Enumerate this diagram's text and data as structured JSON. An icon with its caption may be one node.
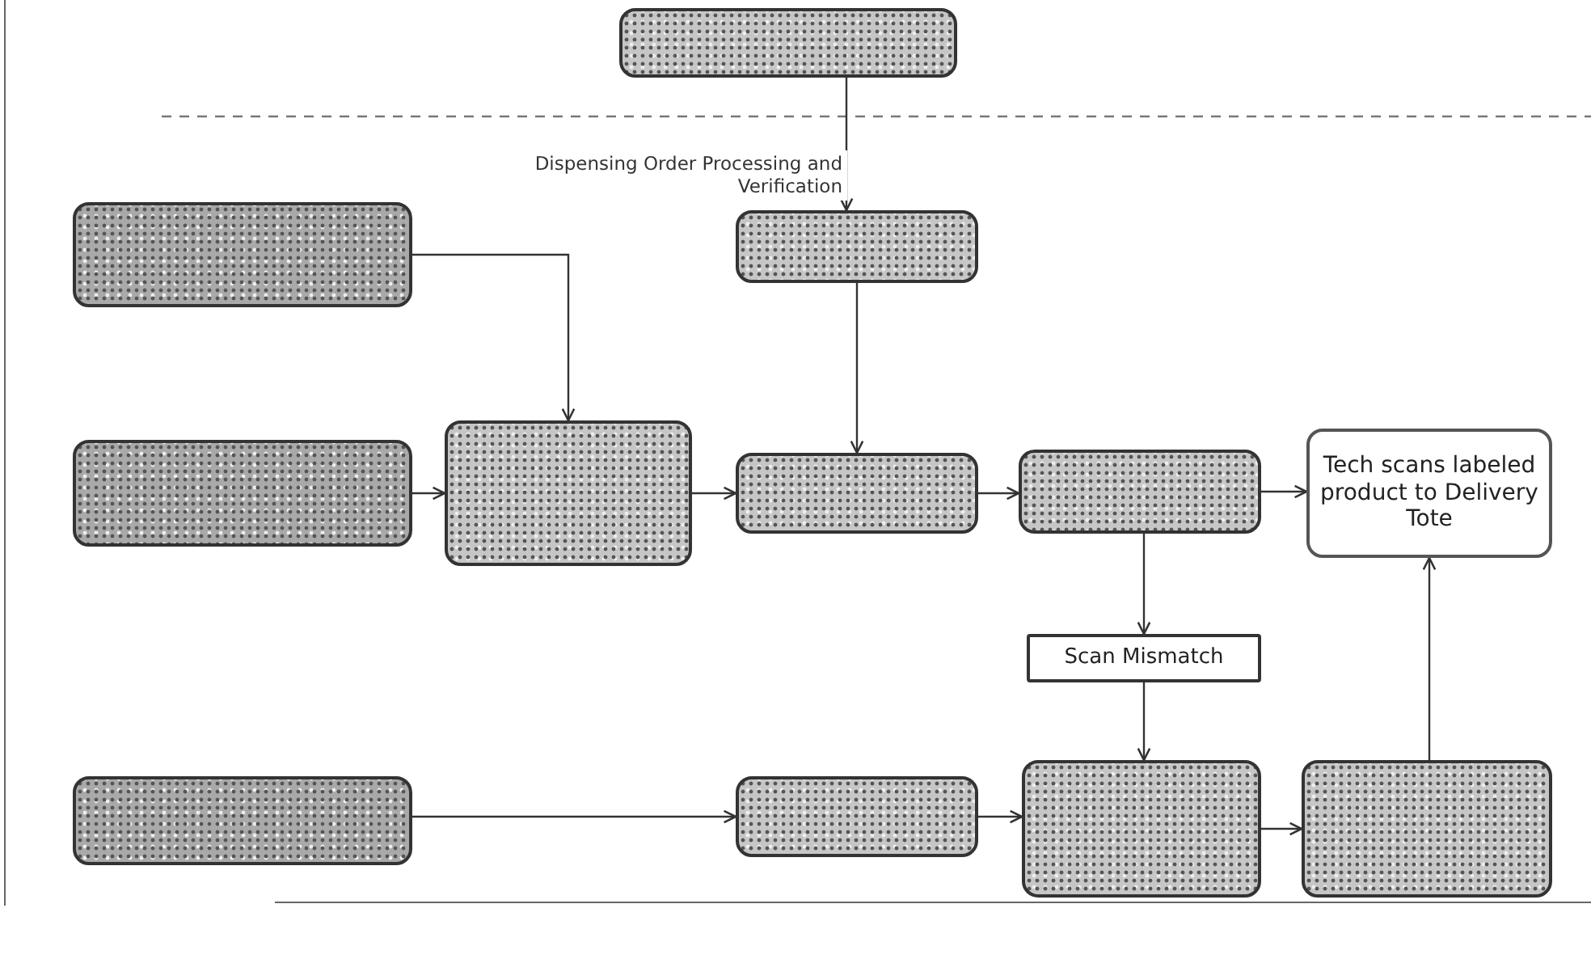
{
  "diagram": {
    "nodes": [
      {
        "text": [],
        "shape": "box"
      },
      {
        "text": [],
        "shape": "box"
      },
      {
        "text": [],
        "shape": "box"
      },
      {
        "text": [],
        "shape": "box"
      },
      {
        "text": [],
        "shape": "box"
      },
      {
        "text": [],
        "shape": "box"
      },
      {
        "text": [],
        "shape": "box"
      },
      {
        "text": [
          "Tech scans labeled product to Delivery Tote"
        ]
      },
      {
        "text": [
          "Scan Mismatch"
        ]
      },
      {
        "text": [],
        "shape": "box"
      },
      {
        "text": [],
        "shape": "box"
      },
      {
        "text": [],
        "shape": "box"
      },
      {
        "text": [],
        "shape": "box"
      }
    ],
    "edges": [
      {
        "from": 0,
        "to": 2,
        "arrow": "to",
        "label": "Dispensing Order Processing and Verification"
      },
      {
        "from": 1,
        "to": 4,
        "arrow": "to"
      },
      {
        "from": 2,
        "to": 5,
        "arrow": "to"
      },
      {
        "from": 3,
        "to": 4,
        "arrow": "to"
      },
      {
        "from": 4,
        "to": 5,
        "arrow": "to"
      },
      {
        "from": 5,
        "to": 6,
        "arrow": "to"
      },
      {
        "from": 6,
        "to": 7,
        "arrow": "to"
      },
      {
        "from": 6,
        "to": 8,
        "arrow": "to"
      },
      {
        "from": 8,
        "to": 11,
        "arrow": "to"
      },
      {
        "from": 9,
        "to": 10,
        "arrow": "to"
      },
      {
        "from": 10,
        "to": 11,
        "arrow": "to"
      },
      {
        "from": 11,
        "to": 12,
        "arrow": "to"
      },
      {
        "from": 12,
        "to": 7,
        "arrow": "to"
      }
    ]
  }
}
